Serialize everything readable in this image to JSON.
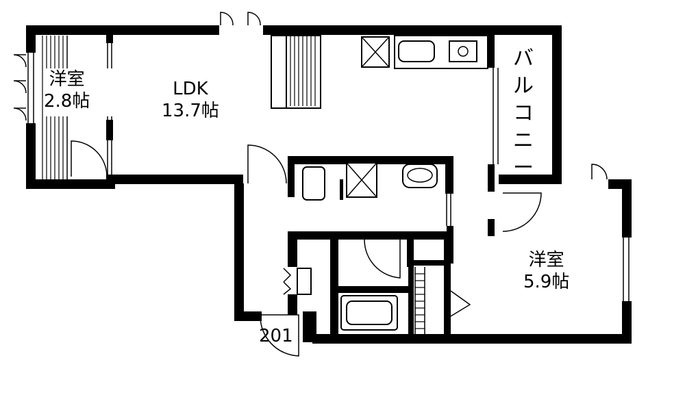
{
  "rooms": {
    "western_small": {
      "name": "洋室",
      "size": "2.8帖"
    },
    "ldk": {
      "name": "LDK",
      "size": "13.7帖"
    },
    "western_large": {
      "name": "洋室",
      "size": "5.9帖"
    },
    "balcony": {
      "chars": [
        "バ",
        "ル",
        "コ",
        "ニ",
        "ー"
      ]
    }
  },
  "unit_number": "201"
}
